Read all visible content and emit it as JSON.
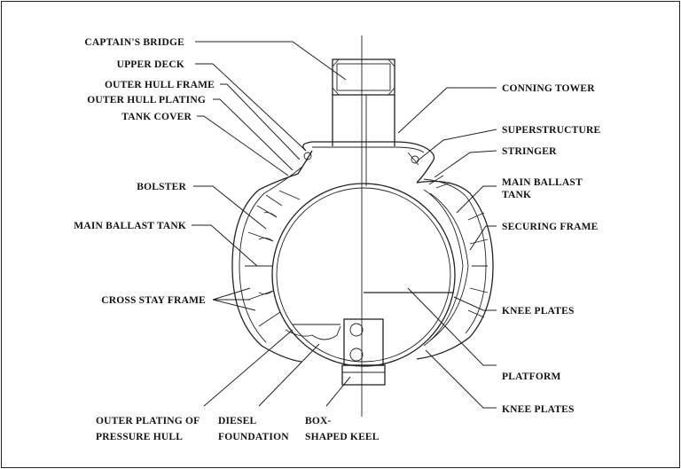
{
  "diagram": {
    "labels": {
      "captains_bridge": "CAPTAIN'S BRIDGE",
      "upper_deck": "UPPER DECK",
      "outer_hull_frame": "OUTER HULL FRAME",
      "outer_hull_plating": "OUTER HULL PLATING",
      "tank_cover": "TANK COVER",
      "bolster": "BOLSTER",
      "main_ballast_tank_left": "MAIN BALLAST TANK",
      "cross_stay_frame": "CROSS STAY FRAME",
      "outer_plating_line1": "OUTER PLATING OF",
      "outer_plating_line2": "PRESSURE HULL",
      "diesel_line1": "DIESEL",
      "diesel_line2": "FOUNDATION",
      "keel_line1": "BOX-",
      "keel_line2": "SHAPED KEEL",
      "conning_tower": "CONNING TOWER",
      "superstructure": "SUPERSTRUCTURE",
      "stringer": "STRINGER",
      "main_ballast_tank_right_line1": "MAIN BALLAST",
      "main_ballast_tank_right_line2": "TANK",
      "securing_frame": "SECURING FRAME",
      "knee_plates_upper": "KNEE PLATES",
      "platform": "PLATFORM",
      "knee_plates_lower": "KNEE PLATES"
    }
  }
}
